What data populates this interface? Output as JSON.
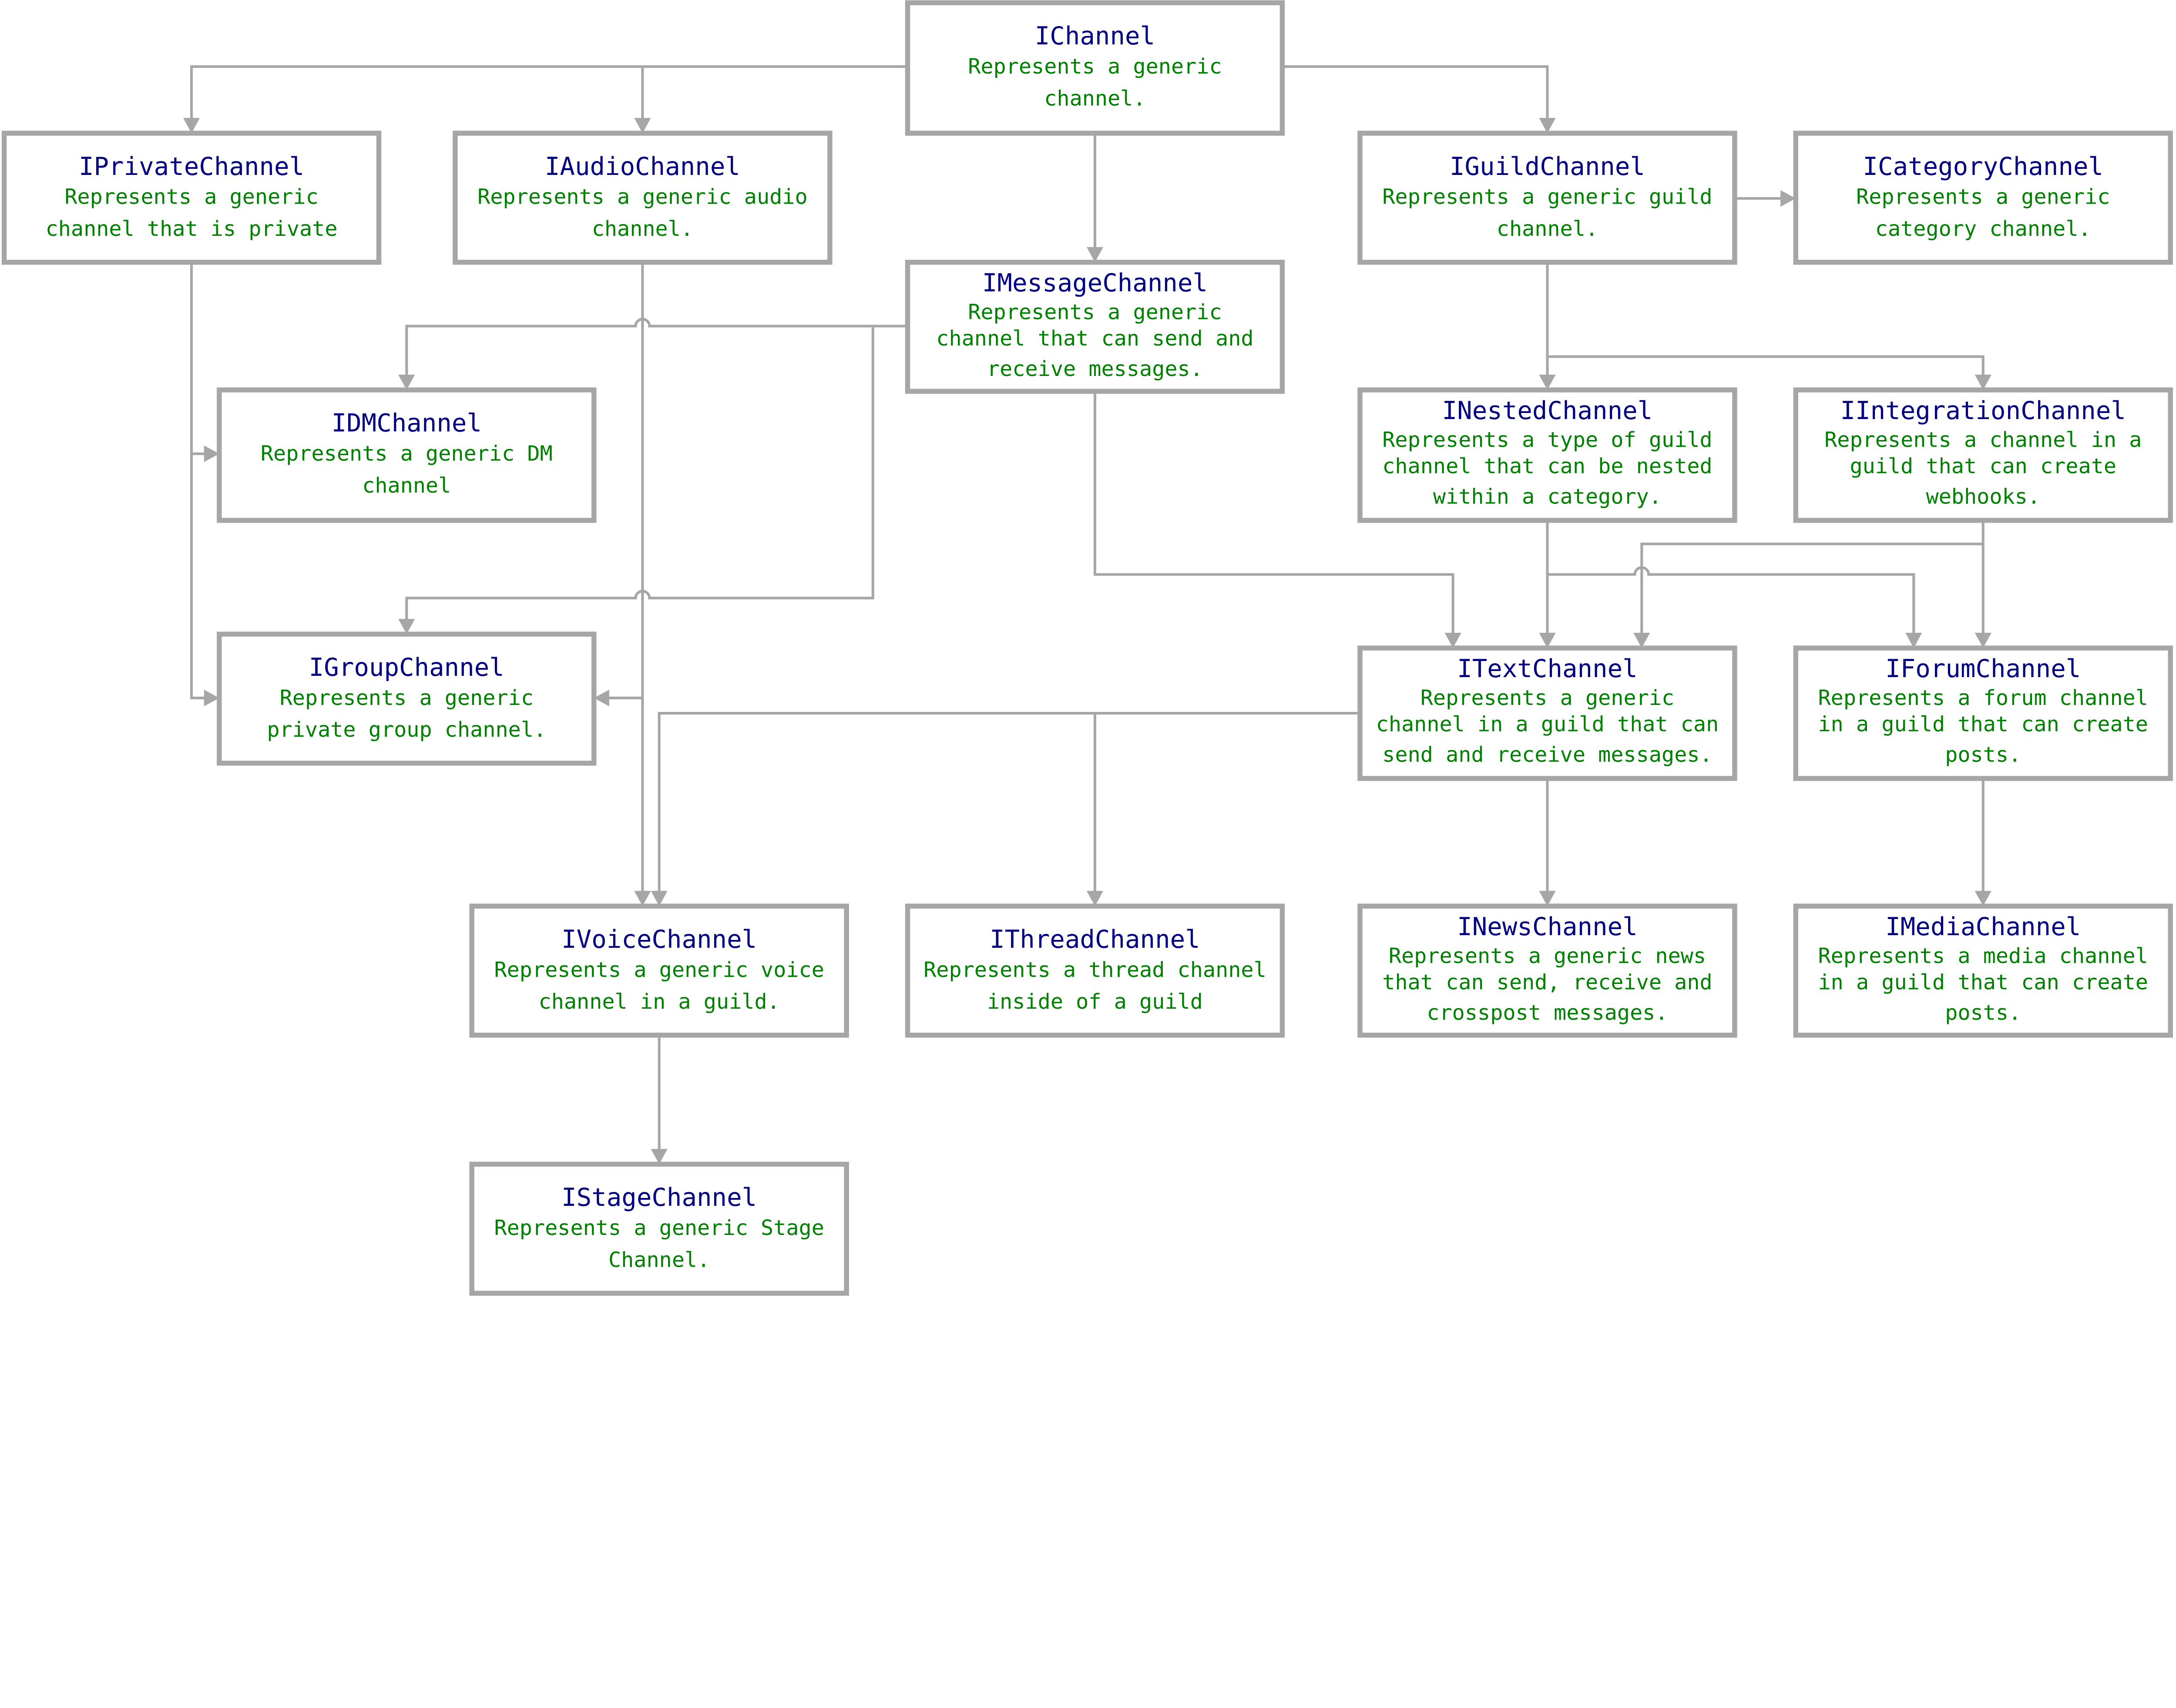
{
  "colors": {
    "title": "#000080",
    "description": "#008000",
    "border": "#a6a6a6"
  },
  "nodes": {
    "ichannel": {
      "title": "IChannel",
      "lines": [
        "Represents a generic",
        "channel."
      ]
    },
    "iprivate": {
      "title": "IPrivateChannel",
      "lines": [
        "Represents a generic",
        "channel that is private"
      ]
    },
    "iaudio": {
      "title": "IAudioChannel",
      "lines": [
        "Represents a generic audio",
        "channel."
      ]
    },
    "iguild": {
      "title": "IGuildChannel",
      "lines": [
        "Represents a generic guild",
        "channel."
      ]
    },
    "icategory": {
      "title": "ICategoryChannel",
      "lines": [
        "Represents a generic",
        "category channel."
      ]
    },
    "imessage": {
      "title": "IMessageChannel",
      "lines": [
        "Represents a generic",
        "channel that can send and",
        "receive messages."
      ]
    },
    "idm": {
      "title": "IDMChannel",
      "lines": [
        "Represents a generic DM",
        "channel"
      ]
    },
    "inested": {
      "title": "INestedChannel",
      "lines": [
        "Represents a type of guild",
        "channel that can be nested",
        "within a category."
      ]
    },
    "iintegration": {
      "title": "IIntegrationChannel",
      "lines": [
        "Represents a channel in a",
        "guild that can create",
        "webhooks."
      ]
    },
    "igroup": {
      "title": "IGroupChannel",
      "lines": [
        "Represents a generic",
        "private group channel."
      ]
    },
    "itext": {
      "title": "ITextChannel",
      "lines": [
        "Represents a generic",
        "channel in a guild that can",
        "send and receive messages."
      ]
    },
    "iforum": {
      "title": "IForumChannel",
      "lines": [
        "Represents a forum channel",
        "in a guild that can create",
        "posts."
      ]
    },
    "ivoice": {
      "title": "IVoiceChannel",
      "lines": [
        "Represents a generic voice",
        "channel in a guild."
      ]
    },
    "ithread": {
      "title": "IThreadChannel",
      "lines": [
        "Represents a thread channel",
        "inside of a guild"
      ]
    },
    "inews": {
      "title": "INewsChannel",
      "lines": [
        "Represents a generic news",
        "that can send, receive and",
        "crosspost messages."
      ]
    },
    "imedia": {
      "title": "IMediaChannel",
      "lines": [
        "Represents a media channel",
        "in a guild that can create",
        "posts."
      ]
    },
    "istage": {
      "title": "IStageChannel",
      "lines": [
        "Represents a generic Stage",
        "Channel."
      ]
    }
  }
}
